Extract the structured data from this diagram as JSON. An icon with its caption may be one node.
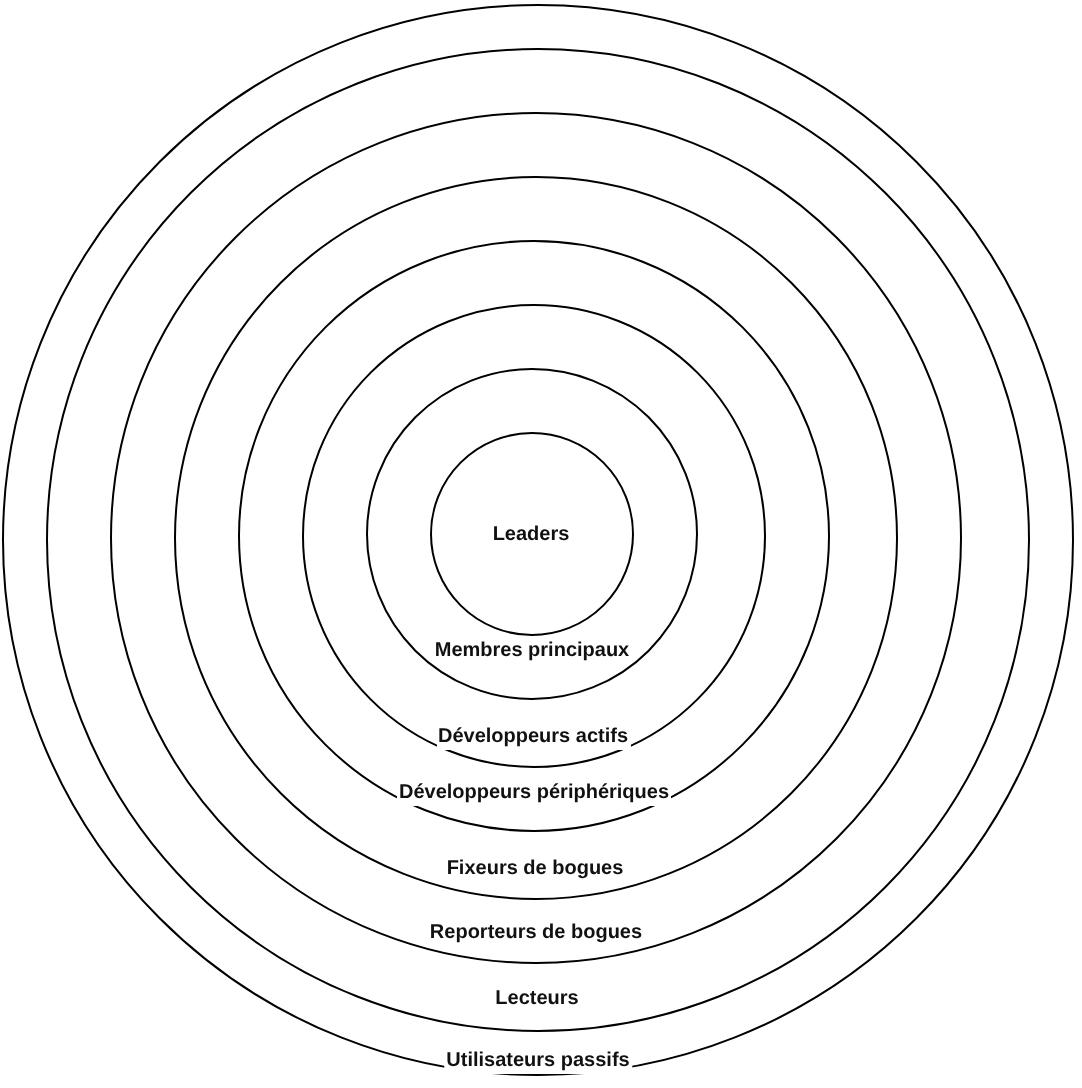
{
  "diagram": {
    "nodes": [
      {
        "text": [
          "Utilisateurs passifs"
        ]
      },
      {
        "text": [
          "Lecteurs"
        ],
        "in": 0
      },
      {
        "text": [
          "Reporteurs de bogues"
        ],
        "in": 1
      },
      {
        "text": [
          "Fixeurs de bogues"
        ],
        "in": 2
      },
      {
        "text": [
          "Développeurs périphériques"
        ],
        "in": 3
      },
      {
        "text": [
          "Développeurs actifs"
        ],
        "in": 4
      },
      {
        "text": [
          "Membres principaux"
        ],
        "in": 5
      },
      {
        "text": [
          "Leaders"
        ],
        "in": 6
      }
    ]
  }
}
